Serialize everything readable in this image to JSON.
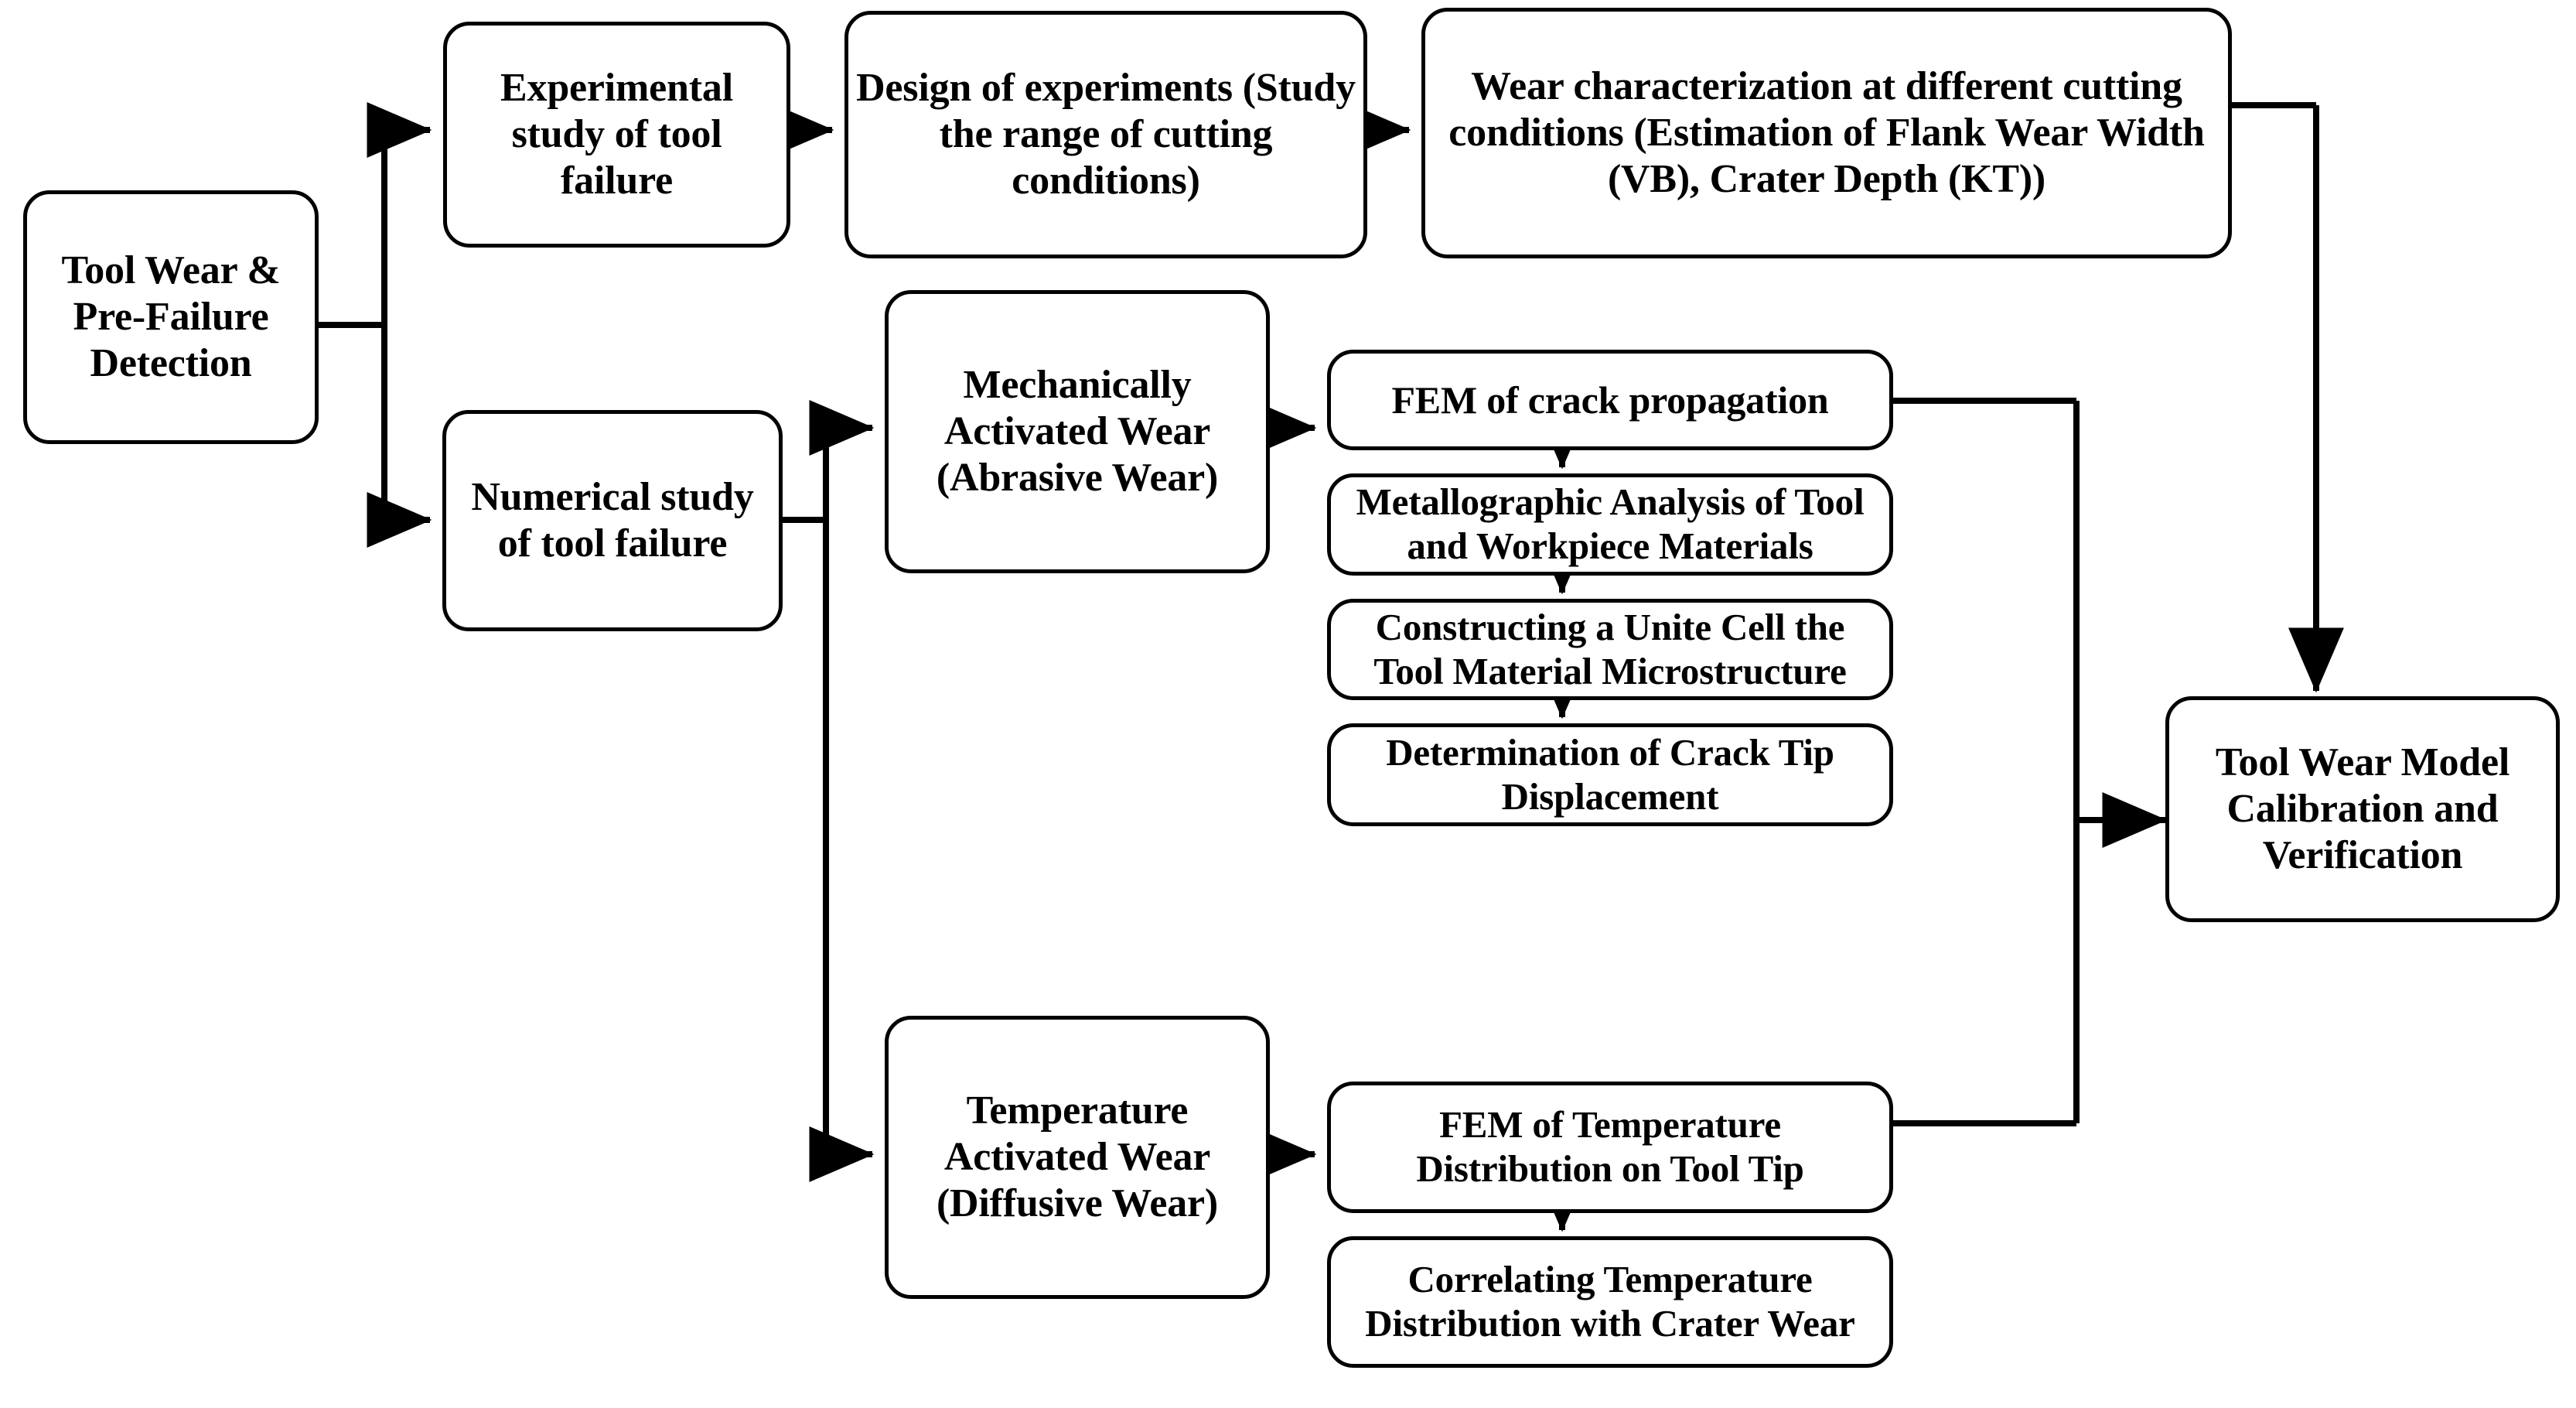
{
  "diagram": {
    "title": "Tool Wear and Pre-Failure Detection Research Flowchart",
    "colors": {
      "stroke": "#000000",
      "fill": "#ffffff",
      "text": "#000000"
    },
    "nodes": {
      "root": "Tool Wear & Pre-Failure Detection",
      "experimental_study": "Experimental study of tool failure",
      "design_of_experiments": "Design of experiments (Study the range of cutting conditions)",
      "wear_characterization": "Wear characterization at different cutting conditions (Estimation of Flank Wear Width (VB), Crater Depth (KT))",
      "numerical_study": "Numerical study of tool failure",
      "mechanical_wear": "Mechanically Activated Wear (Abrasive Wear)",
      "fem_crack": "FEM of crack propagation",
      "metallographic": "Metallographic Analysis of Tool and Workpiece Materials",
      "unit_cell": "Constructing a Unite Cell the Tool Material Microstructure",
      "crack_tip": "Determination of Crack Tip Displacement",
      "temperature_wear": "Temperature Activated Wear (Diffusive Wear)",
      "fem_temperature": "FEM of Temperature Distribution on Tool Tip",
      "correlating_temperature": "Correlating Temperature Distribution with Crater Wear",
      "calibration": "Tool Wear Model Calibration and Verification"
    },
    "edges": [
      {
        "from": "root",
        "to": "experimental_study"
      },
      {
        "from": "root",
        "to": "numerical_study"
      },
      {
        "from": "experimental_study",
        "to": "design_of_experiments"
      },
      {
        "from": "design_of_experiments",
        "to": "wear_characterization"
      },
      {
        "from": "wear_characterization",
        "to": "calibration"
      },
      {
        "from": "numerical_study",
        "to": "mechanical_wear"
      },
      {
        "from": "numerical_study",
        "to": "temperature_wear"
      },
      {
        "from": "mechanical_wear",
        "to": "fem_crack"
      },
      {
        "from": "fem_crack",
        "to": "metallographic"
      },
      {
        "from": "metallographic",
        "to": "unit_cell"
      },
      {
        "from": "unit_cell",
        "to": "crack_tip"
      },
      {
        "from": "fem_crack",
        "to": "calibration"
      },
      {
        "from": "temperature_wear",
        "to": "fem_temperature"
      },
      {
        "from": "fem_temperature",
        "to": "correlating_temperature"
      },
      {
        "from": "fem_temperature",
        "to": "calibration"
      }
    ]
  }
}
